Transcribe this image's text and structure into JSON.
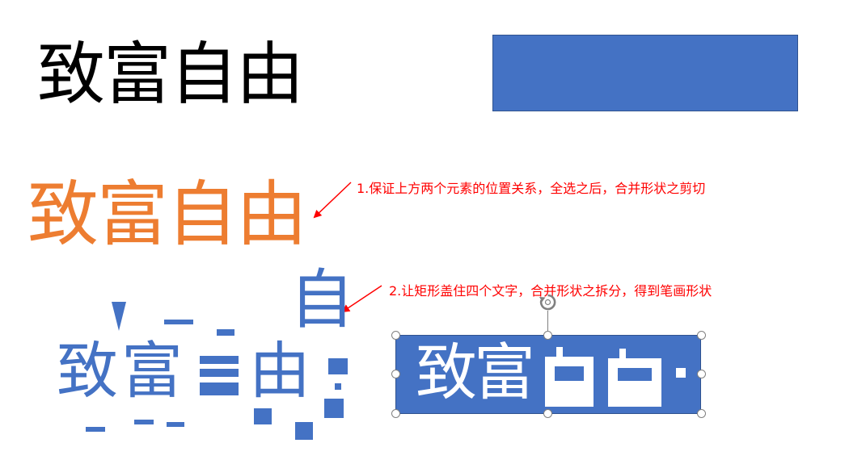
{
  "slide": {
    "title_black": "致富自由",
    "title_orange": "致富自由",
    "annotation_1": "1.保证上方两个元素的位置关系，全选之后，合并形状之剪切",
    "annotation_2": "2.让矩形盖住四个文字，合并形状之拆分，得到笔画形状",
    "split_chars": [
      "致",
      "富",
      "由",
      "自"
    ],
    "shape_box_text": "致富",
    "icons": [
      "rotate-icon",
      "arrow-icon"
    ]
  },
  "colors": {
    "black_text": "#000000",
    "orange_text": "#ed7d31",
    "shape_blue": "#4472c4",
    "annotation_red": "#ff0000",
    "white": "#ffffff"
  }
}
